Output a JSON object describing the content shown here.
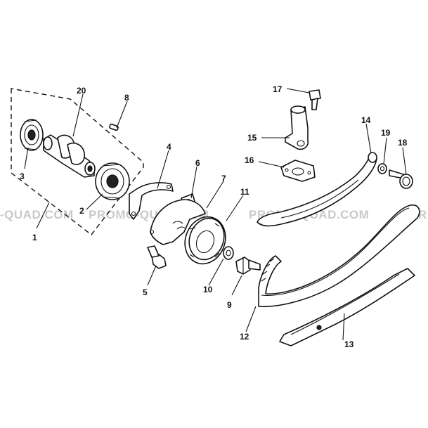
{
  "watermark": {
    "segments": [
      "-QUAD.COM",
      "PROMO-QUAD.COM",
      "PROMO-QUAD.COM",
      "PR"
    ],
    "color": "#c9c9c9"
  },
  "callouts": [
    {
      "id": "1",
      "text": "1"
    },
    {
      "id": "2",
      "text": "2"
    },
    {
      "id": "3",
      "text": "3"
    },
    {
      "id": "4",
      "text": "4"
    },
    {
      "id": "5",
      "text": "5"
    },
    {
      "id": "6",
      "text": "6"
    },
    {
      "id": "7",
      "text": "7"
    },
    {
      "id": "8",
      "text": "8"
    },
    {
      "id": "9",
      "text": "9"
    },
    {
      "id": "10",
      "text": "10"
    },
    {
      "id": "11",
      "text": "11"
    },
    {
      "id": "12",
      "text": "12"
    },
    {
      "id": "13",
      "text": "13"
    },
    {
      "id": "14",
      "text": "14"
    },
    {
      "id": "15",
      "text": "15"
    },
    {
      "id": "16",
      "text": "16"
    },
    {
      "id": "17",
      "text": "17"
    },
    {
      "id": "18",
      "text": "18"
    },
    {
      "id": "19",
      "text": "19"
    },
    {
      "id": "20",
      "text": "20"
    }
  ],
  "colors": {
    "ink": "#111111",
    "paper": "#ffffff"
  }
}
